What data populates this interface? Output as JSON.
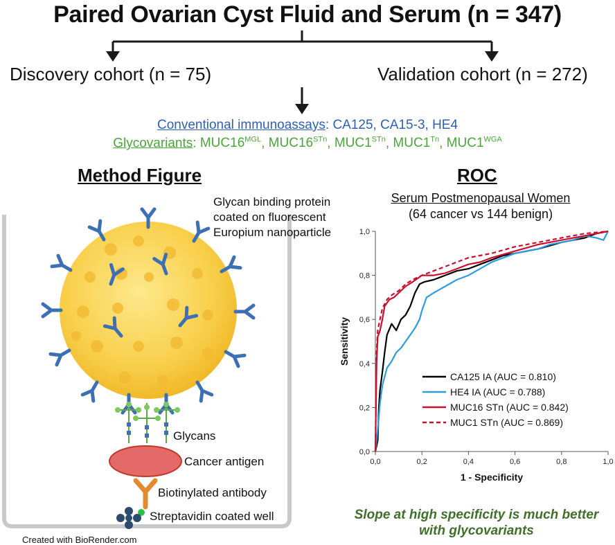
{
  "title": "Paired Ovarian Cyst Fluid and Serum (n = 347)",
  "discovery": "Discovery cohort (n = 75)",
  "validation": "Validation cohort (n = 272)",
  "conventional": {
    "label": "Conventional immunoassays",
    "sep": ":",
    "items": "CA125, CA15-3, HE4"
  },
  "glyco": {
    "label": "Glycovariants",
    "sep": ":",
    "items": [
      {
        "base": "MUC16",
        "sup": "MGL"
      },
      {
        "base": "MUC16",
        "sup": "STn"
      },
      {
        "base": "MUC1",
        "sup": "STn"
      },
      {
        "base": "MUC1",
        "sup": "Tn"
      },
      {
        "base": "MUC1",
        "sup": "WGA"
      }
    ]
  },
  "method": {
    "title": "Method Figure",
    "particle_label": [
      "Glycan binding protein",
      "coated on fluorescent",
      "Europium nanoparticle"
    ],
    "glycans": "Glycans",
    "antigen": "Cancer antigen",
    "antibody": "Biotinylated antibody",
    "well": "Streptavidin coated well",
    "credit": "Created with BioRender.com"
  },
  "roc": {
    "title": "ROC",
    "subtitle1": "Serum Postmenopausal Women",
    "subtitle2": "(64 cancer vs 144 benign)",
    "note1": "Slope at high specificity is much better",
    "note2": "with glycovariants"
  },
  "chart_data": {
    "type": "line",
    "xlabel": "1 - Specificity",
    "ylabel": "Sensitivity",
    "xlim": [
      0,
      1
    ],
    "ylim": [
      0,
      1
    ],
    "xticks": [
      "0,0",
      "0,2",
      "0,4",
      "0,6",
      "0,8",
      "1,0"
    ],
    "yticks": [
      "0,0",
      "0,2",
      "0,4",
      "0,6",
      "0,8",
      "1,0"
    ],
    "legend_position": "bottom-right",
    "series": [
      {
        "name": "CA125 IA (AUC = 0.810)",
        "color": "#000000",
        "dash": false,
        "x": [
          0,
          0.01,
          0.015,
          0.02,
          0.03,
          0.04,
          0.05,
          0.07,
          0.09,
          0.11,
          0.13,
          0.15,
          0.17,
          0.19,
          0.21,
          0.25,
          0.3,
          0.35,
          0.4,
          0.45,
          0.5,
          0.55,
          0.6,
          0.7,
          0.8,
          0.9,
          0.95,
          1.0
        ],
        "y": [
          0,
          0.05,
          0.2,
          0.28,
          0.36,
          0.45,
          0.53,
          0.58,
          0.55,
          0.6,
          0.62,
          0.66,
          0.72,
          0.76,
          0.77,
          0.78,
          0.8,
          0.82,
          0.83,
          0.85,
          0.87,
          0.89,
          0.9,
          0.92,
          0.95,
          0.97,
          0.99,
          1.0
        ]
      },
      {
        "name": "HE4 IA (AUC = 0.788)",
        "color": "#2e9be0",
        "dash": false,
        "x": [
          0,
          0.01,
          0.02,
          0.03,
          0.05,
          0.07,
          0.09,
          0.11,
          0.13,
          0.15,
          0.17,
          0.19,
          0.2,
          0.22,
          0.25,
          0.3,
          0.35,
          0.4,
          0.45,
          0.5,
          0.55,
          0.6,
          0.65,
          0.7,
          0.75,
          0.8,
          0.85,
          0.9,
          0.95,
          0.98,
          1.0
        ],
        "y": [
          0,
          0.1,
          0.22,
          0.3,
          0.38,
          0.41,
          0.45,
          0.47,
          0.5,
          0.53,
          0.56,
          0.6,
          0.64,
          0.7,
          0.72,
          0.75,
          0.78,
          0.8,
          0.83,
          0.86,
          0.88,
          0.9,
          0.91,
          0.92,
          0.94,
          0.95,
          0.96,
          0.98,
          0.97,
          0.96,
          1.0
        ]
      },
      {
        "name": "MUC16 STn (AUC = 0.842)",
        "color": "#c8102e",
        "dash": false,
        "x": [
          0,
          0.005,
          0.01,
          0.02,
          0.03,
          0.04,
          0.06,
          0.08,
          0.1,
          0.13,
          0.16,
          0.2,
          0.25,
          0.3,
          0.35,
          0.4,
          0.45,
          0.5,
          0.6,
          0.7,
          0.8,
          0.9,
          1.0
        ],
        "y": [
          0,
          0.4,
          0.52,
          0.55,
          0.6,
          0.66,
          0.69,
          0.7,
          0.72,
          0.75,
          0.77,
          0.8,
          0.8,
          0.81,
          0.83,
          0.85,
          0.86,
          0.88,
          0.91,
          0.94,
          0.96,
          0.98,
          1.0
        ]
      },
      {
        "name": "MUC1 STn (AUC = 0.869)",
        "color": "#c8102e",
        "dash": true,
        "x": [
          0,
          0.005,
          0.01,
          0.02,
          0.03,
          0.05,
          0.07,
          0.1,
          0.13,
          0.16,
          0.2,
          0.25,
          0.3,
          0.35,
          0.4,
          0.5,
          0.6,
          0.7,
          0.8,
          0.9,
          1.0
        ],
        "y": [
          0,
          0.45,
          0.55,
          0.6,
          0.65,
          0.69,
          0.71,
          0.73,
          0.76,
          0.78,
          0.8,
          0.82,
          0.84,
          0.86,
          0.88,
          0.9,
          0.93,
          0.95,
          0.97,
          0.99,
          1.0
        ]
      }
    ]
  }
}
